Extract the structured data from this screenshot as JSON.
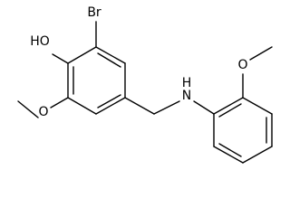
{
  "molecule": {
    "labels": {
      "bromine": "Br",
      "hydroxyl": "HO",
      "amine": "H\nN",
      "amine_h": "H",
      "amine_n": "N",
      "methoxy_o_left": "O",
      "methoxy_o_right": "O"
    }
  }
}
